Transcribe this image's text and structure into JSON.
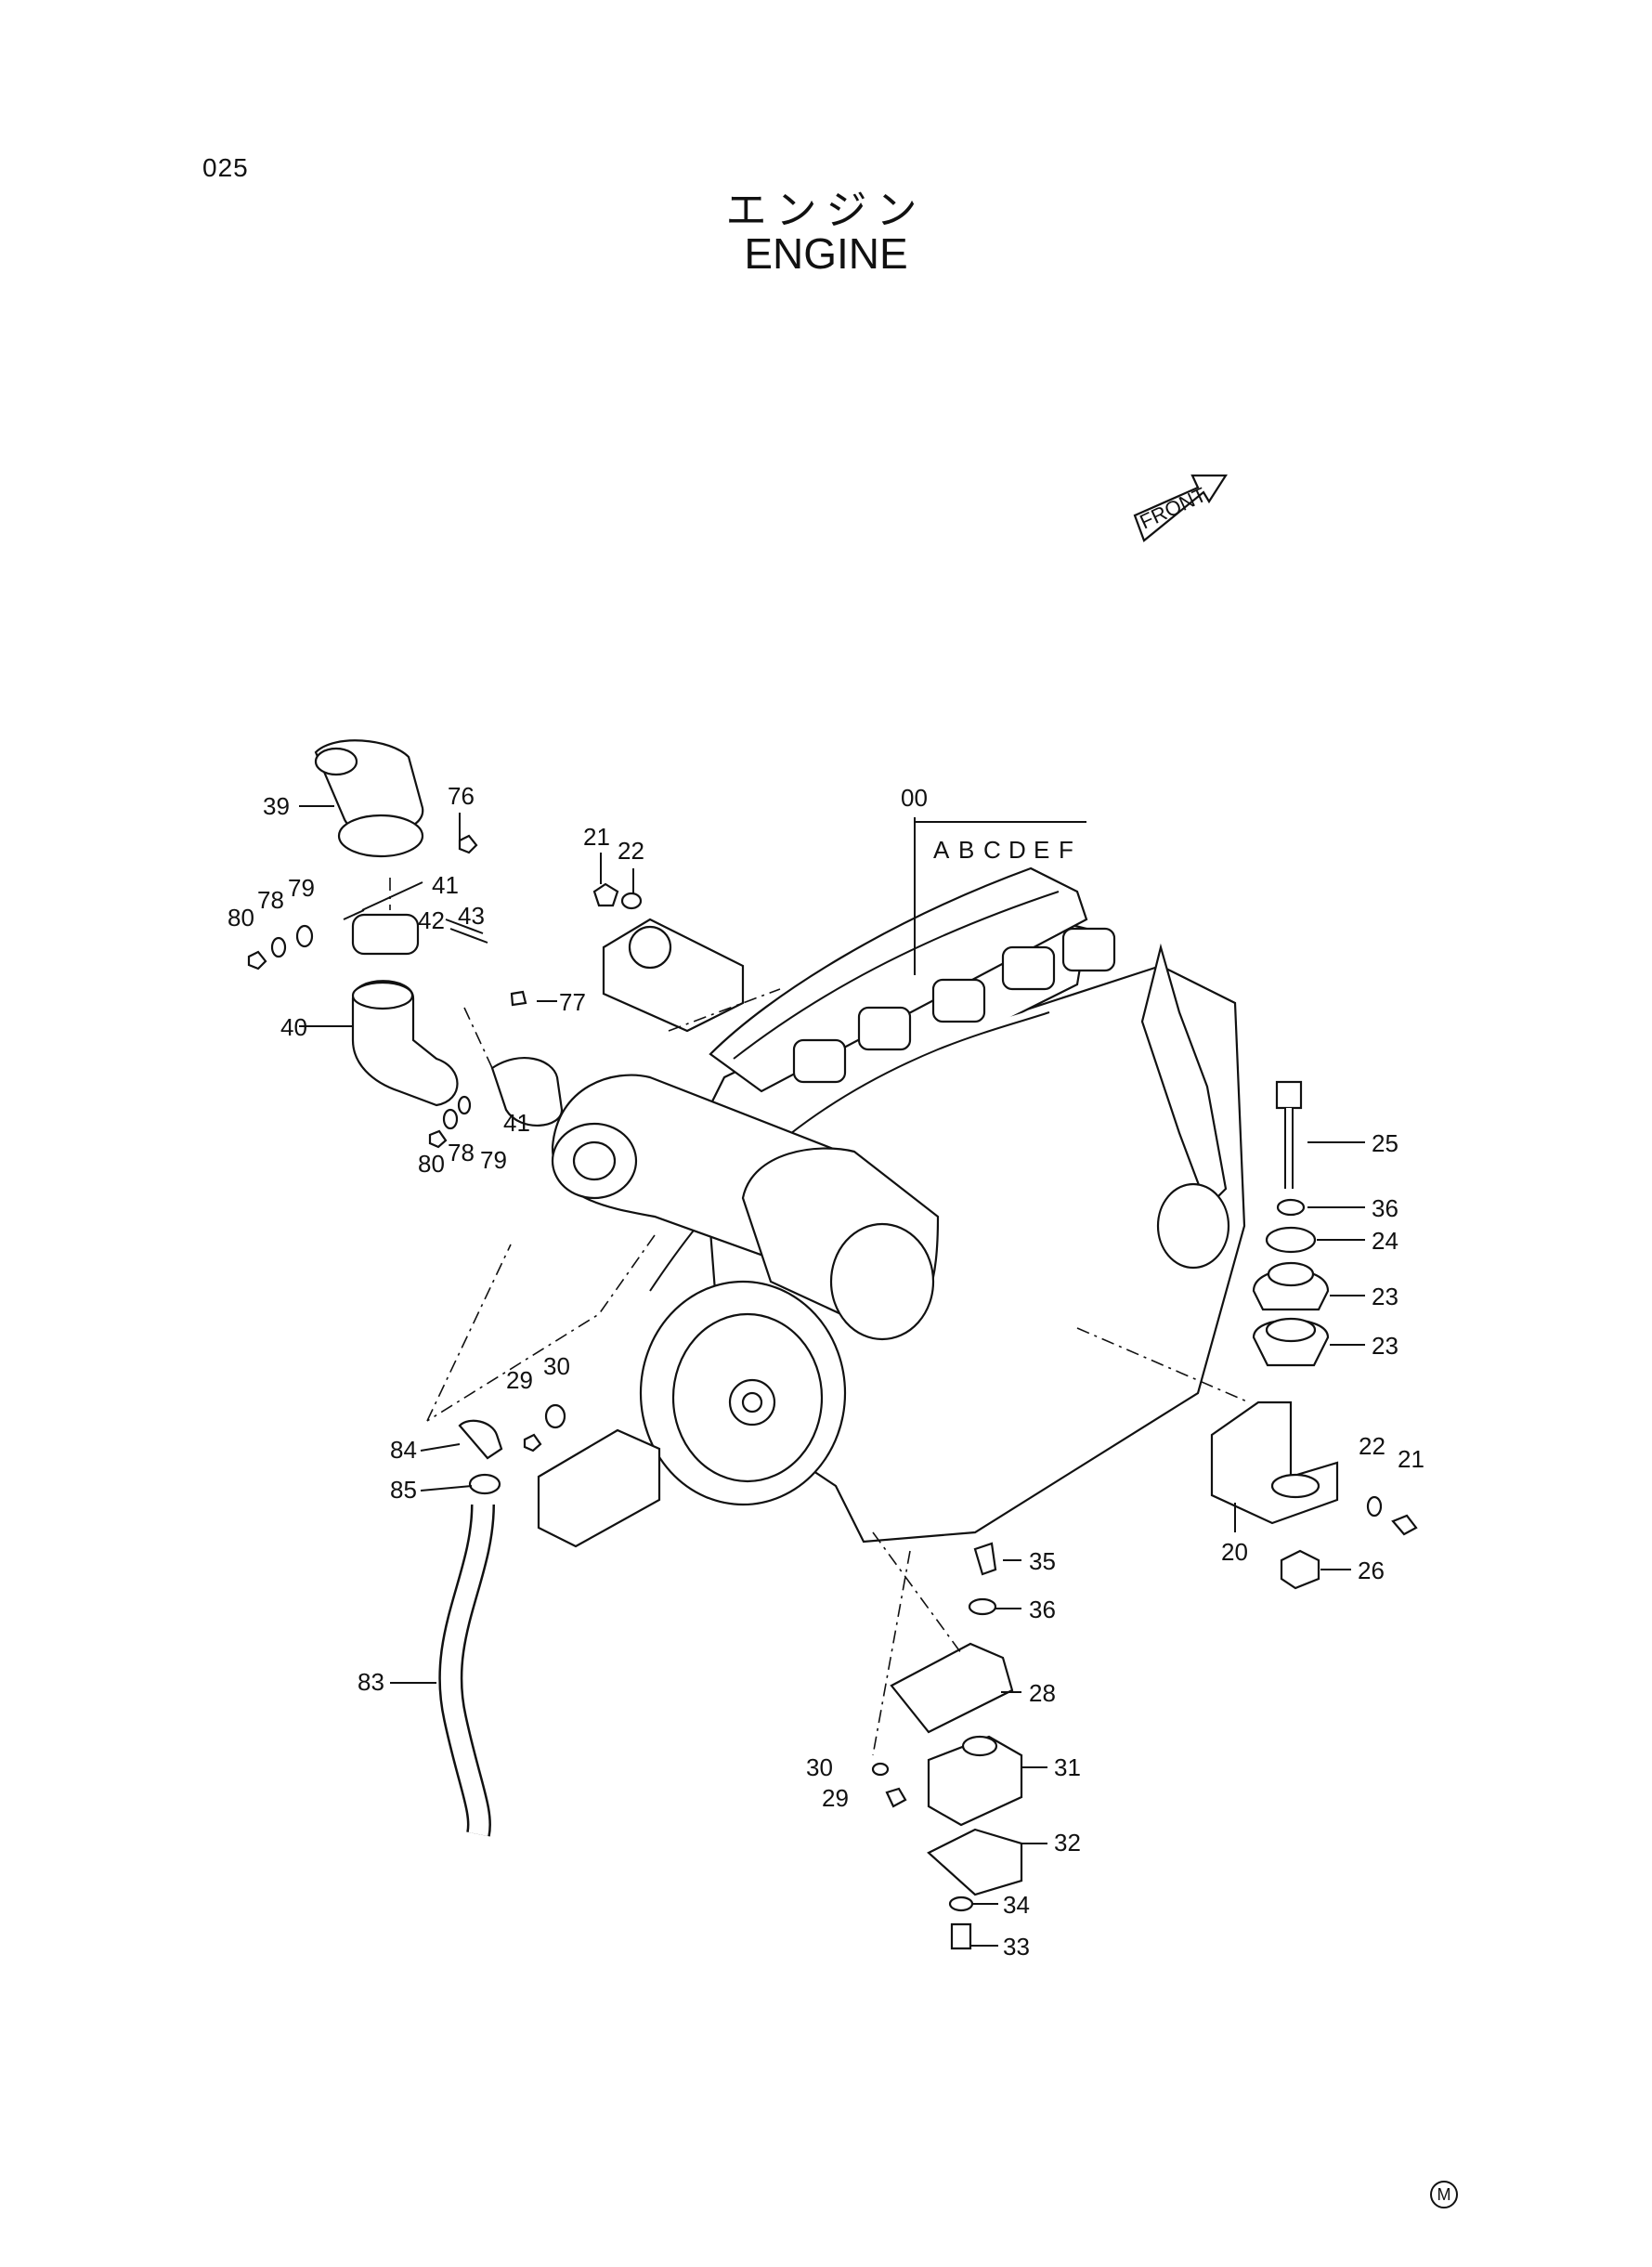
{
  "page_number": "025",
  "title_jp": "エンジン",
  "title_en": "ENGINE",
  "front_label": "FRONT",
  "corner_mark": "M",
  "assembly": {
    "ref": "00",
    "variants": [
      "A",
      "B",
      "C",
      "D",
      "E",
      "F"
    ]
  },
  "labels": {
    "p39": "39",
    "p76": "76",
    "p41a": "41",
    "p41b": "41",
    "p79a": "79",
    "p79b": "79",
    "p78a": "78",
    "p78b": "78",
    "p80a": "80",
    "p80b": "80",
    "p43": "43",
    "p42": "42",
    "p40": "40",
    "p77": "77",
    "p21a": "21",
    "p22a": "22",
    "p21b": "21",
    "p22b": "22",
    "p25": "25",
    "p36a": "36",
    "p36b": "36",
    "p24": "24",
    "p23a": "23",
    "p23b": "23",
    "p20": "20",
    "p26": "26",
    "p29a": "29",
    "p29b": "29",
    "p30a": "30",
    "p30b": "30",
    "p84": "84",
    "p85": "85",
    "p83": "83",
    "p35": "35",
    "p28": "28",
    "p31": "31",
    "p32": "32",
    "p34": "34",
    "p33": "33"
  }
}
